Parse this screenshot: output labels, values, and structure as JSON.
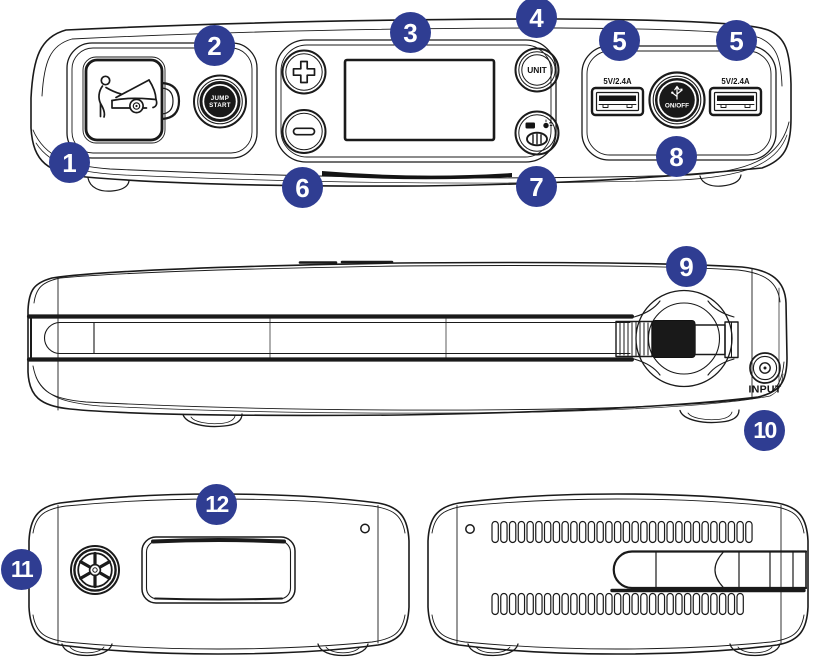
{
  "colors": {
    "callout_bg": "#2F3D92",
    "callout_text": "#FFFFFF",
    "line": "#1A1A1A",
    "button_dark": "#191919",
    "background": "#FFFFFF"
  },
  "callouts": [
    "1",
    "2",
    "3",
    "4",
    "5",
    "5",
    "6",
    "7",
    "8",
    "9",
    "10",
    "11",
    "12"
  ],
  "labels": {
    "jump": "JUMP",
    "start": "START",
    "unit": "UNIT",
    "usb_output": "5V/2.4A",
    "on_off": "ON/OFF",
    "input": "INPUT"
  },
  "icons": {
    "jump_start_port": "car-hood-jump-start-icon",
    "plus_button": "plus-icon",
    "minus_button": "minus-icon",
    "light_button": "car-light-icon",
    "power_button": "usb-symbol-icon",
    "led_light": "spoked-light-icon",
    "input_port": "dc-jack-icon"
  }
}
